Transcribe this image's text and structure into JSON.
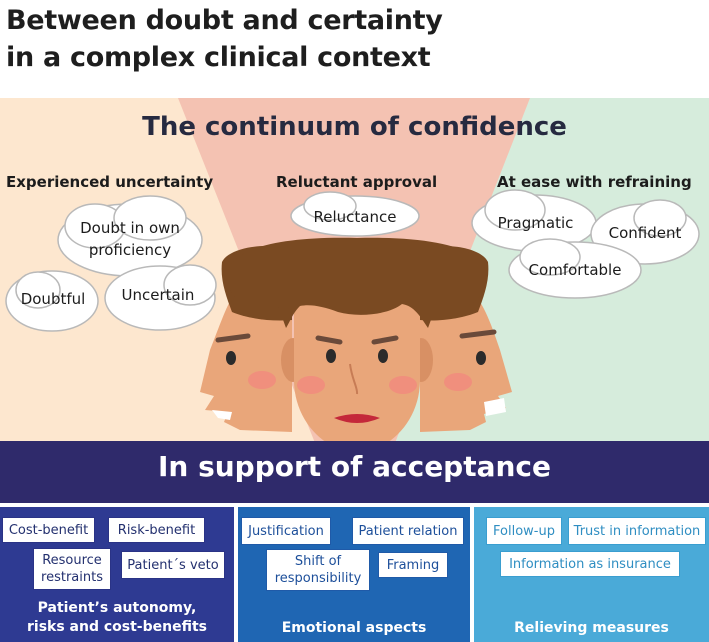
{
  "title": {
    "line1": "Between doubt and certainty",
    "line2": "in a complex clinical context"
  },
  "continuum": {
    "heading": "The continuum of confidence",
    "colors": {
      "left": "#fde7cf",
      "center": "#f4c2b2",
      "right": "#d6ecdc"
    },
    "categories": {
      "left": "Experienced uncertainty",
      "center": "Reluctant approval",
      "right": "At ease with refraining"
    },
    "clouds": {
      "doubt_line1": "Doubt in own",
      "doubt_line2": "proficiency",
      "doubtful": "Doubtful",
      "uncertain": "Uncertain",
      "reluctance": "Reluctance",
      "pragmatic": "Pragmatic",
      "confident": "Confident",
      "comfortable": "Comfortable"
    }
  },
  "support": {
    "label": "In support of acceptance",
    "color": "#2f2a6b"
  },
  "panels": {
    "autonomy": {
      "color": "#2e3a92",
      "label_line1": "Patient’s autonomy,",
      "label_line2": "risks and cost-benefits",
      "cost_benefit": "Cost-benefit",
      "risk_benefit": "Risk-benefit",
      "resource_line1": "Resource",
      "resource_line2": "restraints",
      "veto": "Patient´s veto"
    },
    "emotional": {
      "color": "#1f66b3",
      "label": "Emotional aspects",
      "justification": "Justification",
      "patient_relation": "Patient relation",
      "shift_line1": "Shift of",
      "shift_line2": "responsibility",
      "framing": "Framing"
    },
    "relieving": {
      "color": "#4aaad8",
      "label": "Relieving measures",
      "follow_up": "Follow-up",
      "trust": "Trust in information",
      "insurance": "Information as insurance"
    }
  }
}
